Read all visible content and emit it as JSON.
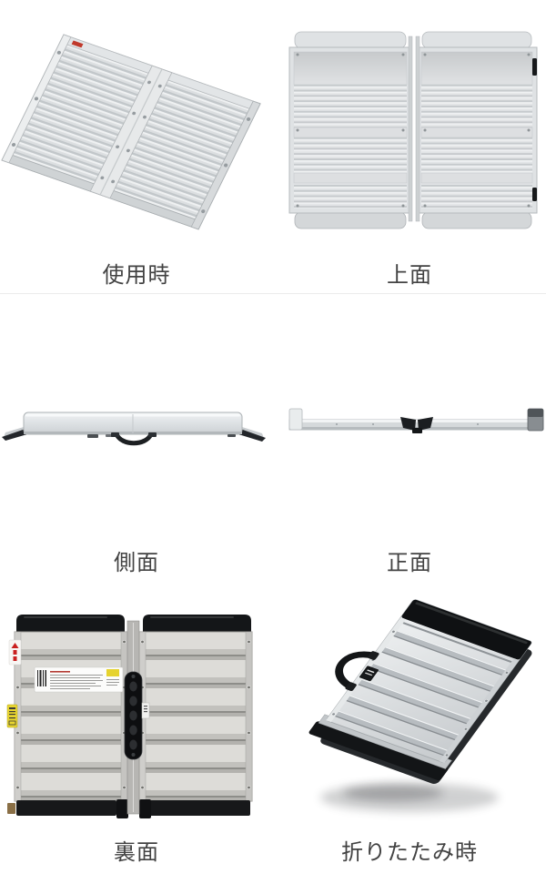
{
  "page": {
    "background": "#ffffff",
    "divider_color": "#ebebeb"
  },
  "gallery": {
    "caption_color": "#424242",
    "items": [
      {
        "id": "in-use",
        "caption": "使用時"
      },
      {
        "id": "top",
        "caption": "上面"
      },
      {
        "id": "side",
        "caption": "側面"
      },
      {
        "id": "front",
        "caption": "正面"
      },
      {
        "id": "back",
        "caption": "裏面"
      },
      {
        "id": "folded",
        "caption": "折りたたみ時"
      }
    ],
    "product_colors": {
      "aluminum_light": "#eef0f1",
      "aluminum": "#dcdfe1",
      "aluminum_shadow": "#b3b8bb",
      "rubber_black": "#17181a",
      "warning_yellow": "#e8d531",
      "warning_red": "#c92020",
      "brand_red": "#c0392b"
    }
  }
}
